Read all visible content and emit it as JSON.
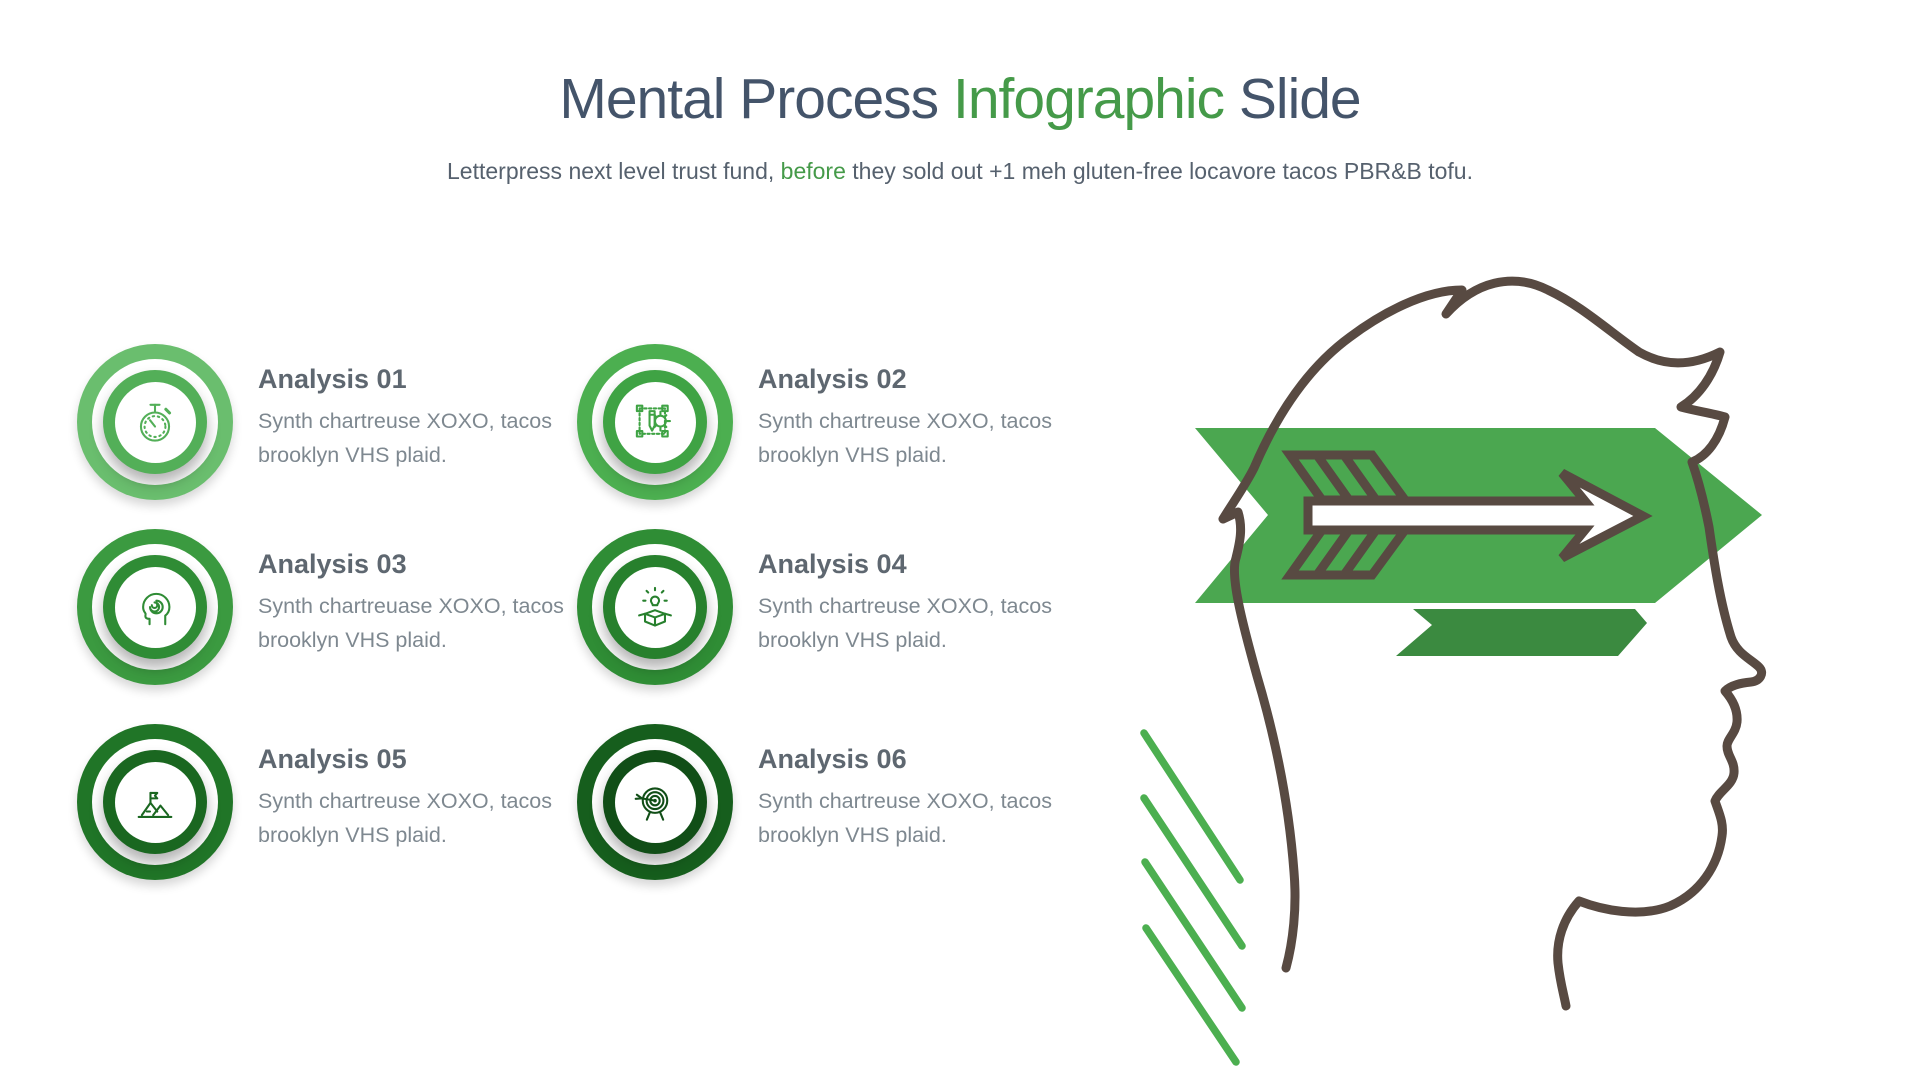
{
  "header": {
    "title_part1": "Mental Process ",
    "title_highlight": "Infographic",
    "title_part2": " Slide",
    "subtitle_part1": "Letterpress next level trust fund, ",
    "subtitle_highlight": "before",
    "subtitle_part2": " they sold out +1 meh gluten-free locavore tacos PBR&B tofu."
  },
  "items": [
    {
      "title": "Analysis 01",
      "description": "Synth chartreuse XOXO, tacos brooklyn VHS plaid.",
      "icon": "stopwatch-icon",
      "ring_outer": "#6ABE6E",
      "ring_inner": "#53AF58"
    },
    {
      "title": "Analysis 02",
      "description": "Synth chartreuse XOXO, tacos brooklyn VHS plaid.",
      "icon": "pen-tool-icon",
      "ring_outer": "#4CAF50",
      "ring_inner": "#3FA344"
    },
    {
      "title": "Analysis 03",
      "description": "Synth chartreuase XOXO, tacos brooklyn VHS plaid.",
      "icon": "mind-maze-icon",
      "ring_outer": "#3B9A40",
      "ring_inner": "#2F8C35"
    },
    {
      "title": "Analysis 04",
      "description": "Synth chartreuse XOXO, tacos brooklyn VHS plaid.",
      "icon": "idea-box-icon",
      "ring_outer": "#2F8D35",
      "ring_inner": "#27802D"
    },
    {
      "title": "Analysis 05",
      "description": "Synth chartreuse XOXO, tacos brooklyn VHS plaid.",
      "icon": "mountain-flag-icon",
      "ring_outer": "#207527",
      "ring_inner": "#1A6720"
    },
    {
      "title": "Analysis 06",
      "description": "Synth chartreuse XOXO, tacos brooklyn VHS plaid.",
      "icon": "target-arrow-icon",
      "ring_outer": "#165E1D",
      "ring_inner": "#114E17"
    }
  ],
  "colors": {
    "title_dark": "#44546A",
    "text_green": "#459A49",
    "subtitle_gray": "#56616E",
    "heading_gray": "#5E6770",
    "body_gray": "#7E8890",
    "band_green": "#4BA750",
    "fold_green": "#3B8A40",
    "head_outline": "#584A42",
    "line_green": "#4CAF50"
  }
}
